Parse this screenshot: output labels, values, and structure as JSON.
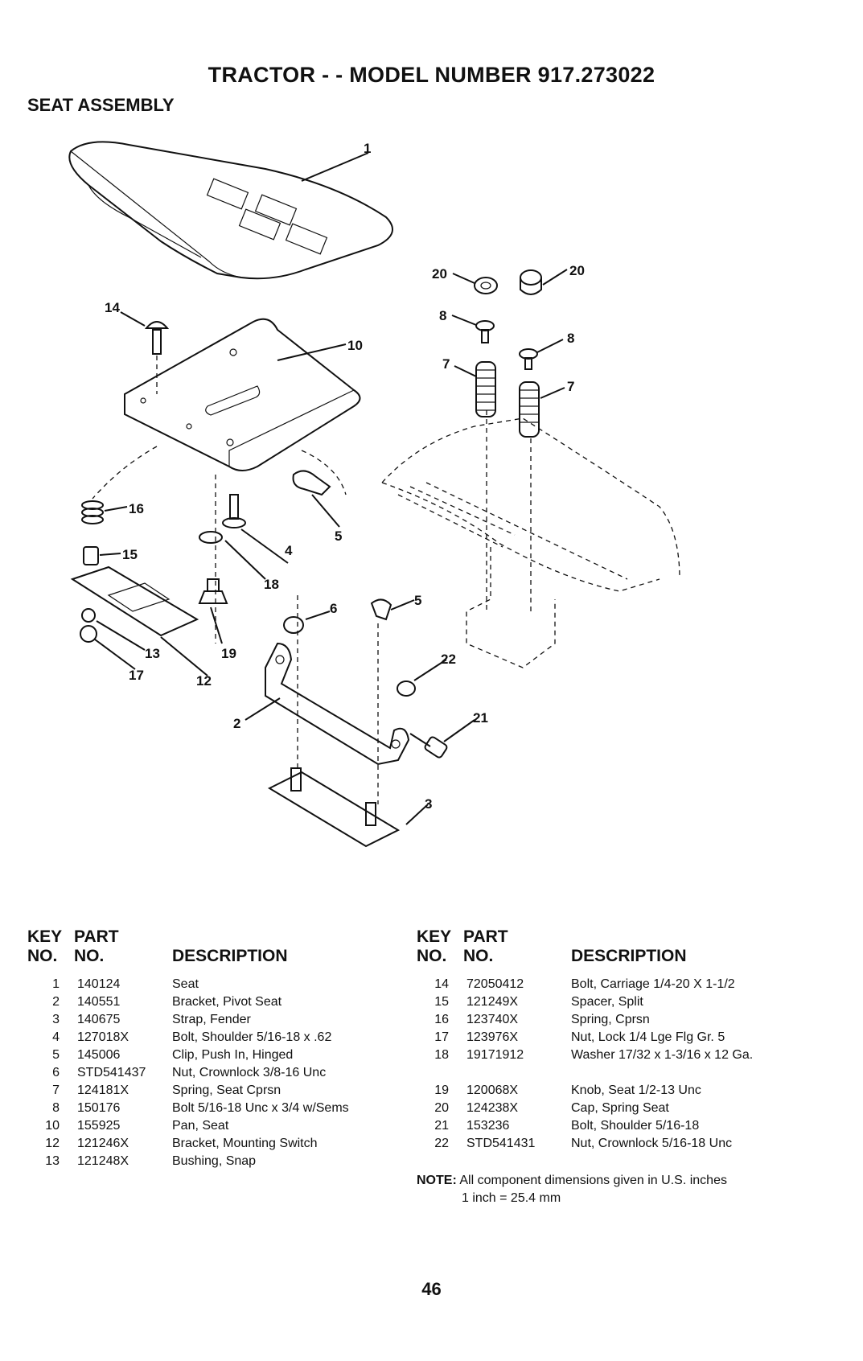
{
  "header": {
    "title": "TRACTOR - - MODEL NUMBER 917.273022",
    "subtitle": "SEAT ASSEMBLY"
  },
  "diagram": {
    "callouts": [
      "1",
      "20",
      "20",
      "8",
      "8",
      "7",
      "7",
      "14",
      "10",
      "16",
      "15",
      "4",
      "5",
      "18",
      "6",
      "5",
      "13",
      "19",
      "17",
      "12",
      "22",
      "2",
      "21",
      "3"
    ]
  },
  "table_headers": {
    "key": [
      "KEY",
      "NO."
    ],
    "part": [
      "PART",
      "NO."
    ],
    "description": "DESCRIPTION"
  },
  "parts_left": [
    {
      "key": "1",
      "part": "140124",
      "desc": "Seat"
    },
    {
      "key": "2",
      "part": "140551",
      "desc": "Bracket, Pivot Seat"
    },
    {
      "key": "3",
      "part": "140675",
      "desc": "Strap, Fender"
    },
    {
      "key": "4",
      "part": "127018X",
      "desc": "Bolt, Shoulder 5/16-18 x .62"
    },
    {
      "key": "5",
      "part": "145006",
      "desc": "Clip, Push In, Hinged"
    },
    {
      "key": "6",
      "part": "STD541437",
      "desc": "Nut, Crownlock 3/8-16 Unc"
    },
    {
      "key": "7",
      "part": "124181X",
      "desc": "Spring, Seat Cprsn"
    },
    {
      "key": "8",
      "part": "150176",
      "desc": "Bolt 5/16-18 Unc x 3/4 w/Sems"
    },
    {
      "key": "10",
      "part": "155925",
      "desc": "Pan, Seat"
    },
    {
      "key": "12",
      "part": "121246X",
      "desc": "Bracket, Mounting Switch"
    },
    {
      "key": "13",
      "part": "121248X",
      "desc": "Bushing, Snap"
    }
  ],
  "parts_right": [
    {
      "key": "14",
      "part": "72050412",
      "desc": "Bolt, Carriage 1/4-20 X 1-1/2"
    },
    {
      "key": "15",
      "part": "121249X",
      "desc": "Spacer, Split"
    },
    {
      "key": "16",
      "part": "123740X",
      "desc": "Spring, Cprsn"
    },
    {
      "key": "17",
      "part": "123976X",
      "desc": "Nut, Lock 1/4 Lge Flg Gr. 5"
    },
    {
      "key": "18",
      "part": "19171912",
      "desc": "Washer 17/32 x 1-3/16 x 12 Ga."
    },
    {
      "key": "19",
      "part": "120068X",
      "desc": "Knob, Seat 1/2-13 Unc"
    },
    {
      "key": "20",
      "part": "124238X",
      "desc": "Cap, Spring Seat"
    },
    {
      "key": "21",
      "part": "153236",
      "desc": "Bolt, Shoulder 5/16-18"
    },
    {
      "key": "22",
      "part": "STD541431",
      "desc": "Nut, Crownlock 5/16-18 Unc"
    }
  ],
  "note": {
    "label": "NOTE:",
    "line1": "All component dimensions given in U.S. inches",
    "line2": "1 inch = 25.4 mm"
  },
  "page_number": "46"
}
